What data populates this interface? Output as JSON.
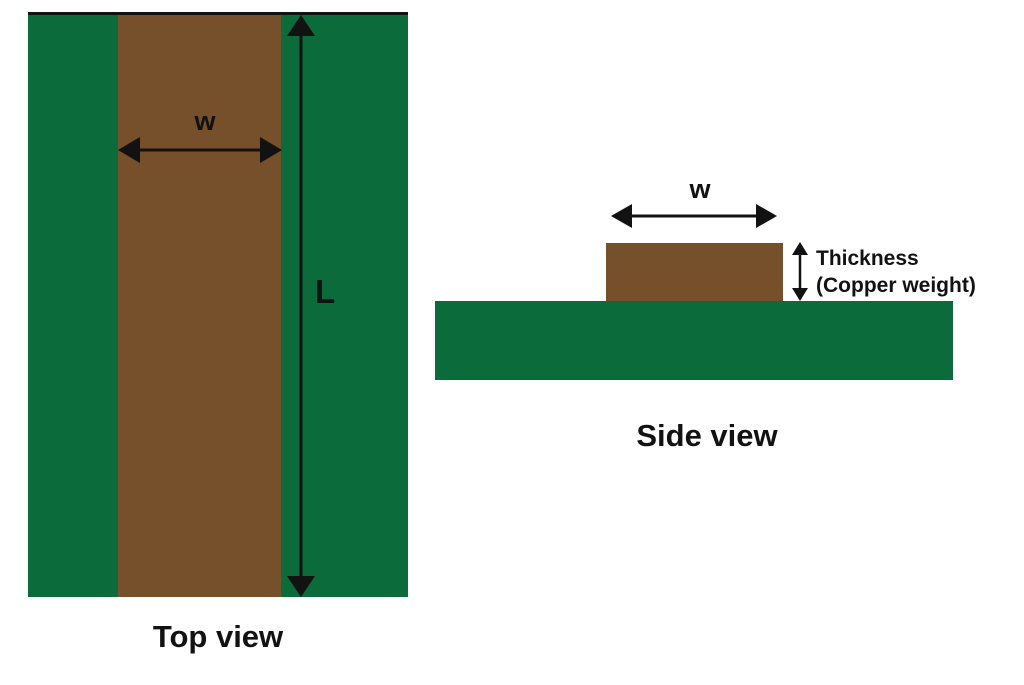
{
  "colors": {
    "board_green": "#0b6b3a",
    "copper_brown": "#75502b",
    "annotation_black": "#121212",
    "background_white": "#ffffff"
  },
  "top_view": {
    "caption": "Top view",
    "width_label": "w",
    "length_label": "L"
  },
  "side_view": {
    "caption": "Side view",
    "width_label": "w",
    "thickness_label_line1": "Thickness",
    "thickness_label_line2": "(Copper weight)"
  }
}
